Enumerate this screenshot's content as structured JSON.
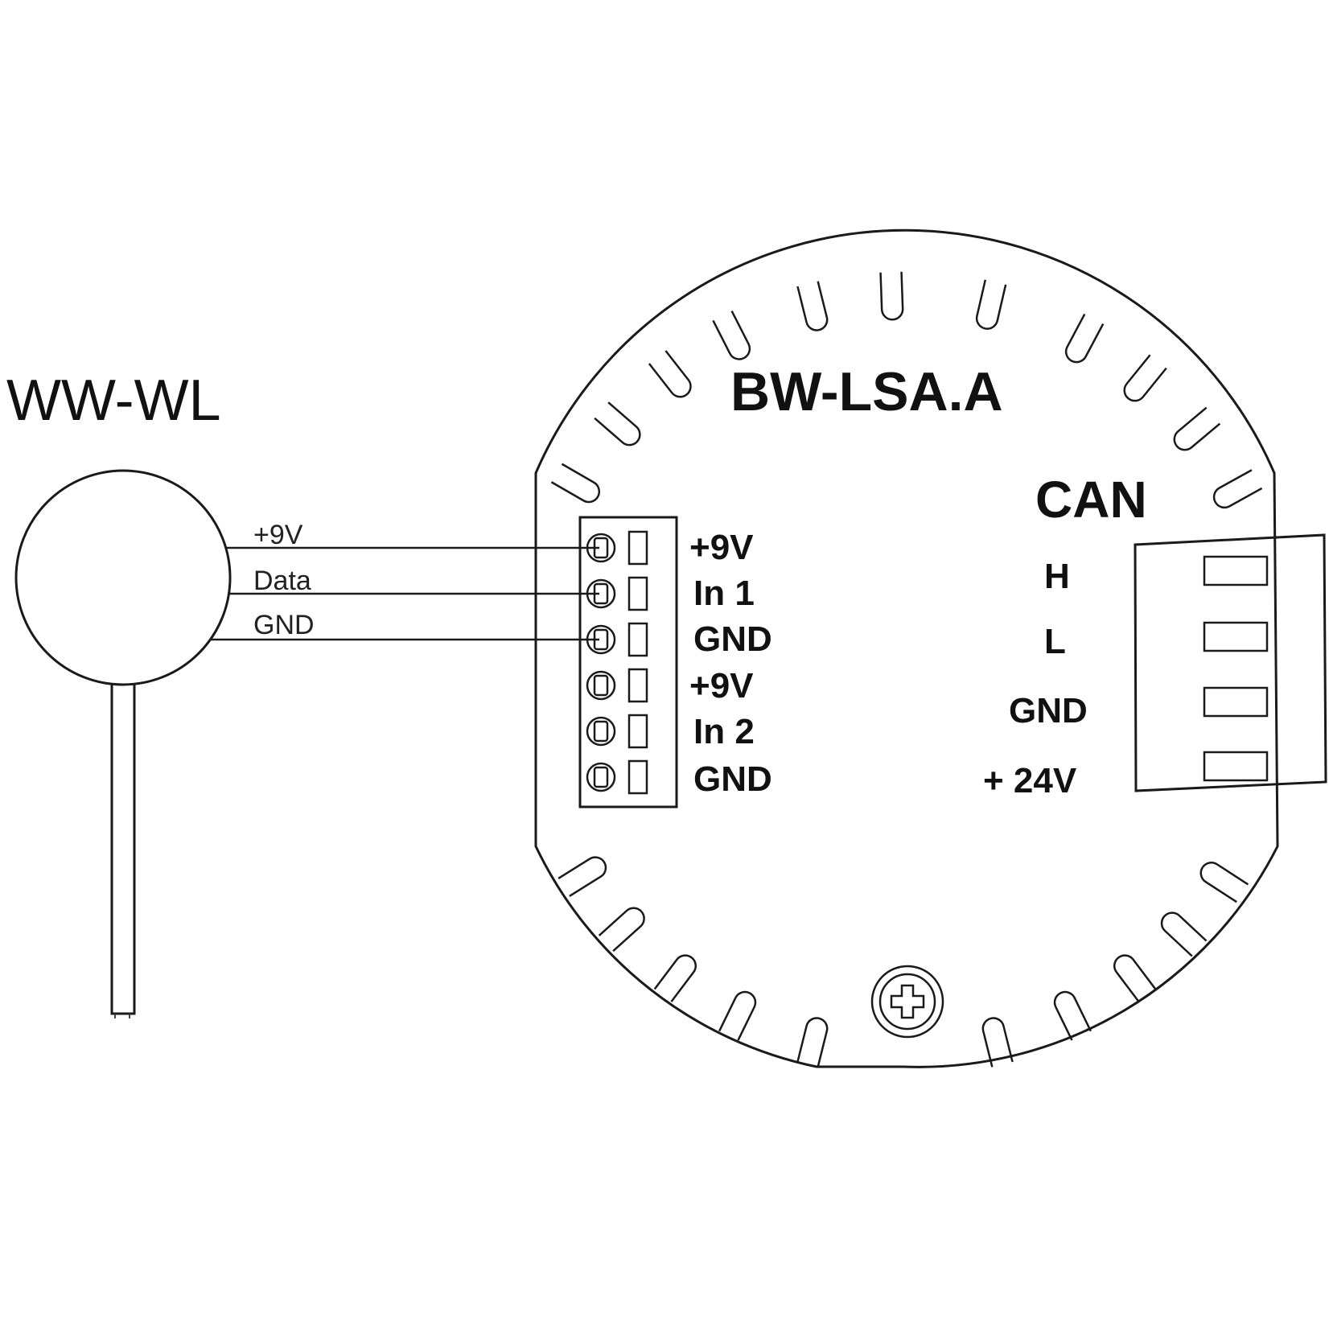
{
  "sensor": {
    "title": "WW-WL",
    "wires": [
      "+9V",
      "Data",
      "GND"
    ]
  },
  "module": {
    "title": "BW-LSA.A",
    "terminal_labels": [
      "+9V",
      "In 1",
      "GND",
      "+9V",
      "In 2",
      "GND"
    ],
    "can": {
      "title": "CAN",
      "labels": [
        "H",
        "L",
        "GND",
        "+ 24V"
      ]
    }
  }
}
